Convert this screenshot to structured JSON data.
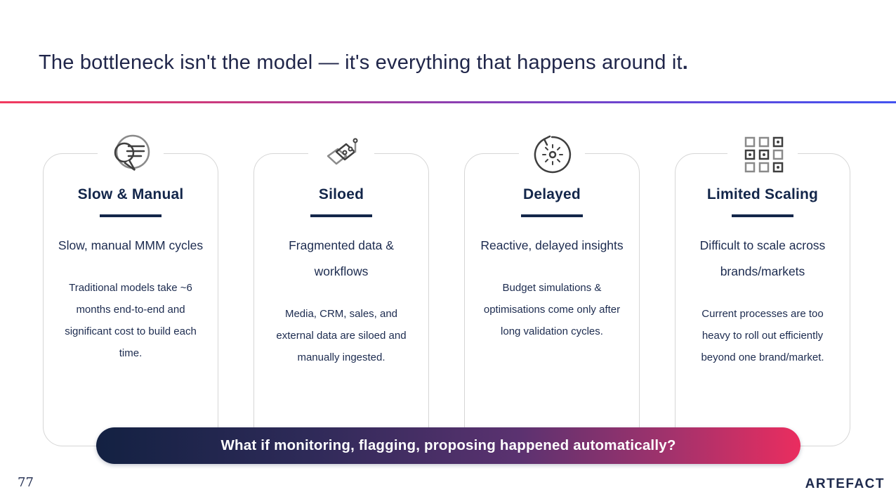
{
  "slide": {
    "title": "The bottleneck isn't the model — it's everything that happens around it",
    "title_terminal": ".",
    "divider_colors": {
      "left": "#f23a5e",
      "middle": "#8e3fb0",
      "right": "#4353f0"
    },
    "cards": [
      {
        "icon": "search-lines-icon",
        "heading": "Slow & Manual",
        "subtitle": "Slow, manual MMM cycles",
        "body": "Traditional models take ~6 months end-to-end and significant cost to build each time."
      },
      {
        "icon": "layers-nodes-icon",
        "heading": "Siloed",
        "subtitle": "Fragmented data & workflows",
        "body": "Media, CRM, sales, and external data are siloed and manually ingested."
      },
      {
        "icon": "cycle-clock-icon",
        "heading": "Delayed",
        "subtitle": "Reactive, delayed insights",
        "body": "Budget simulations & optimisations come only after long validation cycles."
      },
      {
        "icon": "grid-scaling-icon",
        "heading": "Limited Scaling",
        "subtitle": "Difficult to scale across brands/markets",
        "body": "Current processes are too heavy to roll out efficiently beyond one brand/market."
      }
    ],
    "banner_text": "What if monitoring, flagging, proposing happened automatically?",
    "banner_colors": {
      "start": "#132142",
      "middle": "#5b3270",
      "end": "#ea2d5f"
    },
    "page_number": "77",
    "logo_text": "ARTEFACT",
    "accent_navy": "#13264a"
  }
}
